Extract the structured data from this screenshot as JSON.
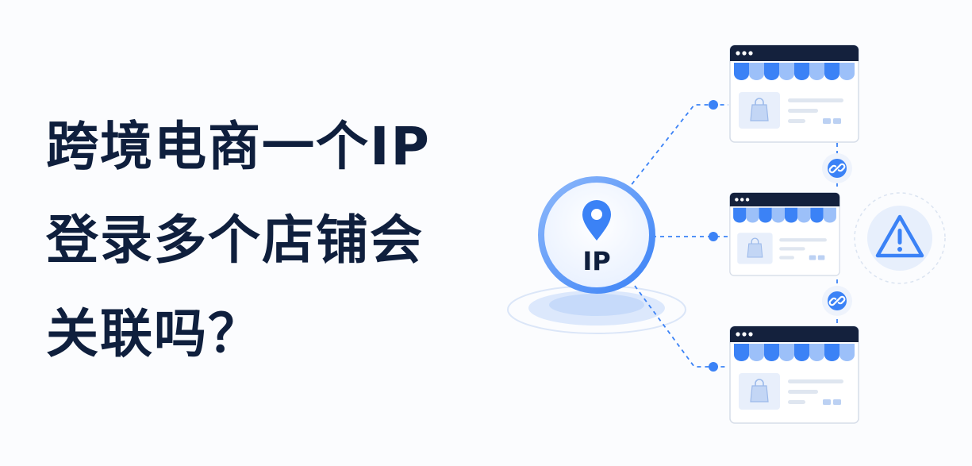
{
  "headline": {
    "line1": "跨境电商一个IP",
    "line2": "登录多个店铺会",
    "line3": "关联吗？"
  },
  "illustration": {
    "hub_label": "IP",
    "hub_icon": "map-pin-icon",
    "store_icon": "storefront-icon",
    "link_icon": "link-chain-icon",
    "warning_icon": "warning-triangle-icon",
    "store_count": 3
  },
  "colors": {
    "headline": "#0f1f3d",
    "accent": "#3b82f6",
    "dark_bar": "#14213d",
    "light_panel": "#e8effb"
  }
}
